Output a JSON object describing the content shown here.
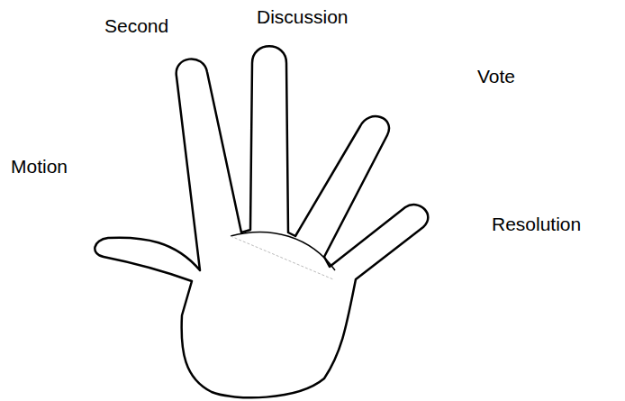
{
  "diagram": {
    "labels": [
      "Motion",
      "Second",
      "Discussion",
      "Vote",
      "Resolution"
    ]
  }
}
